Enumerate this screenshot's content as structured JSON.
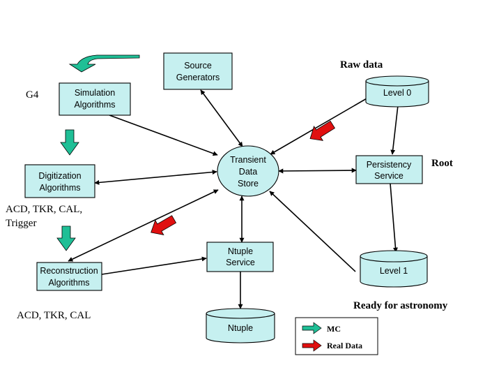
{
  "nodes": {
    "source_generators": [
      "Source",
      "Generators"
    ],
    "simulation": [
      "Simulation",
      "Algorithms"
    ],
    "digitization": [
      "Digitization",
      "Algorithms"
    ],
    "reconstruction": [
      "Reconstruction",
      "Algorithms"
    ],
    "transient": [
      "Transient",
      "Data",
      "Store"
    ],
    "persistency": [
      "Persistency",
      "Service"
    ],
    "ntuple_service": [
      "Ntuple",
      "Service"
    ],
    "level0": "Level 0",
    "level1": "Level 1",
    "ntuple": "Ntuple"
  },
  "annotations": {
    "g4": "G4",
    "raw_data": "Raw data",
    "root": "Root",
    "acd_trigger_1": "ACD, TKR, CAL,",
    "acd_trigger_2": "Trigger",
    "acd_recon": "ACD, TKR, CAL",
    "ready": "Ready for astronomy"
  },
  "legend": {
    "mc": "MC",
    "real": "Real Data"
  },
  "colors": {
    "box_fill": "#c6f0f0",
    "mc_arrow": "#1fbf96",
    "real_arrow": "#e01010"
  }
}
